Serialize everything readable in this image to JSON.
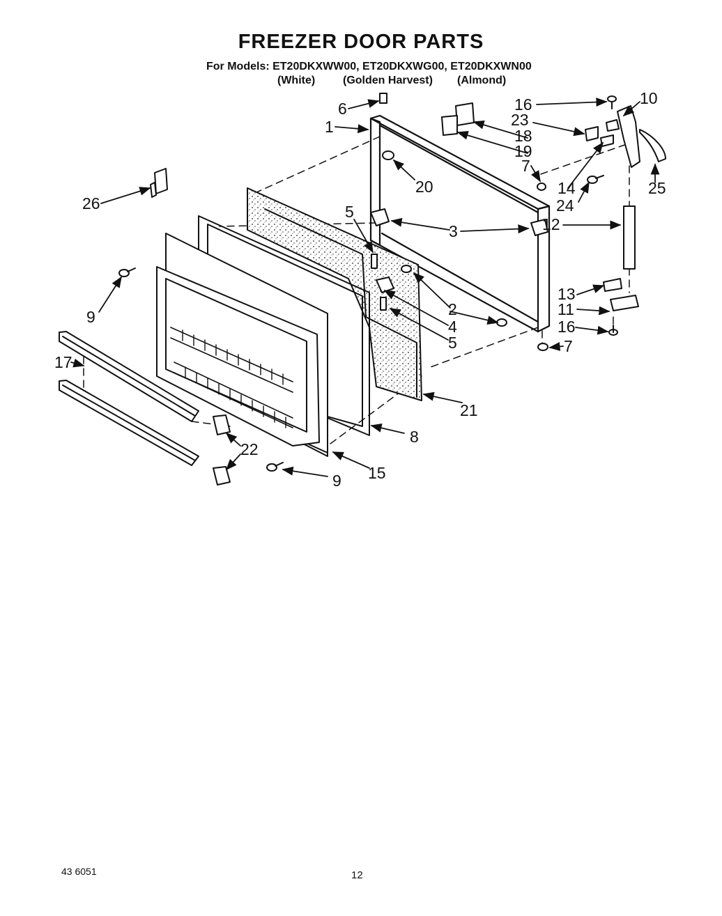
{
  "title": "FREEZER DOOR PARTS",
  "models_line": "For Models: ET20DKXWW00, ET20DKXWG00, ET20DKXWN00",
  "colors": [
    "(White)",
    "(Golden Harvest)",
    "(Almond)"
  ],
  "callouts": {
    "c1": "1",
    "c2": "2",
    "c3": "3",
    "c4": "4",
    "c5a": "5",
    "c5b": "5",
    "c6": "6",
    "c7a": "7",
    "c7b": "7",
    "c8": "8",
    "c9a": "9",
    "c9b": "9",
    "c10": "10",
    "c11": "11",
    "c12": "12",
    "c13": "13",
    "c14": "14",
    "c15": "15",
    "c16a": "16",
    "c16b": "16",
    "c17": "17",
    "c18": "18",
    "c19": "19",
    "c20": "20",
    "c21": "21",
    "c22": "22",
    "c23": "23",
    "c24": "24",
    "c25": "25",
    "c26": "26"
  },
  "footer": {
    "code": "43 6051",
    "page": "12"
  }
}
